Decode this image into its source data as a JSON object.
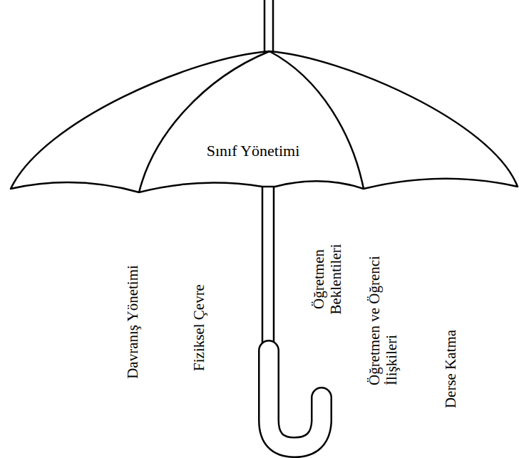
{
  "diagram": {
    "nodes": [
      {
        "text": [
          "Sınıf Yönetimi"
        ]
      }
    ],
    "labels": [
      "Davranış Yönetimi",
      "Fiziksel Çevre",
      "Öğretmen Beklentileri",
      "Öğretmen ve Öğrenci İlişkileri",
      "Derse Katma"
    ]
  }
}
